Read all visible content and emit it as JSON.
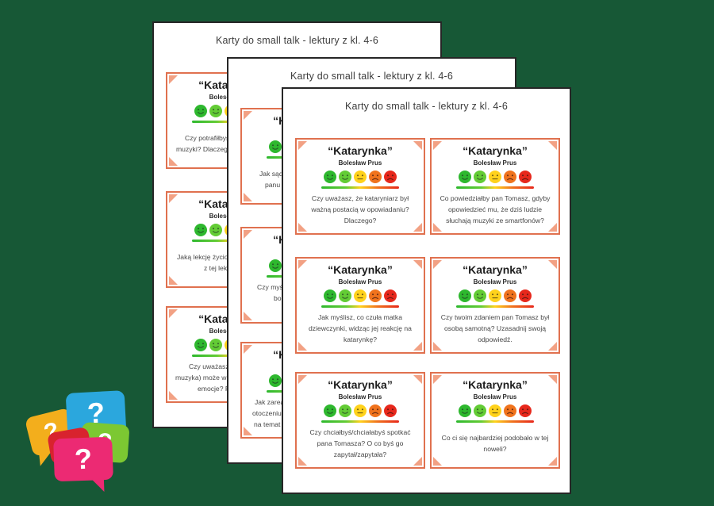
{
  "page_title": "Karty do small talk - lektury z kl. 4-6",
  "card_header": {
    "title": "“Katarynka”",
    "author": "Bolesław Prus"
  },
  "mood_scale": {
    "icons": [
      "happy-face-icon",
      "happy-face-icon",
      "neutral-face-icon",
      "sad-face-icon",
      "angry-face-icon"
    ]
  },
  "pages": {
    "front": {
      "questions": [
        "Czy uważasz, że kataryniarz był ważną postacią w opowiadaniu? Dlaczego?",
        "Co powiedziałby pan Tomasz, gdyby opowiedzieć mu, że dziś ludzie słuchają muzyki ze smartfonów?",
        "Jak myślisz, co czuła matka dziewczynki, widząc jej reakcję na katarynkę?",
        "Czy twoim zdaniem pan Tomasz był osobą samotną? Uzasadnij swoją odpowiedź.",
        "Czy chciałbyś/chciałabyś spotkać pana Tomasza? O co byś go zapytał/zapytała?",
        "Co ci się najbardziej podobało w tej noweli?"
      ]
    },
    "middle": {
      "cards": [
        {
          "lines": [
            "Jak sądzisz, cz",
            "panu Tomasz"
          ]
        },
        {
          "lines": [
            "Czy myślisz, ż",
            "bohaterem",
            "dl"
          ]
        },
        {
          "lines": [
            "Jak zareagowa",
            "otoczeniu mia",
            "na temat tego"
          ]
        }
      ]
    },
    "back": {
      "cards": [
        {
          "lines": [
            "Czy potrafiłbyś/po",
            "muzyki? Dlaczego t"
          ]
        },
        {
          "lines": [
            "Jaką lekcję życiowa",
            "z tej lek"
          ]
        },
        {
          "lines": [
            "Czy uważasz, ż",
            "muzyka) może wp",
            "emocje? Poda"
          ]
        }
      ]
    }
  },
  "logo": {
    "marks": [
      "?",
      "?",
      "?",
      "?"
    ]
  },
  "colors": {
    "background": "#175836",
    "page_border": "#262626",
    "card_frame": "#E0714F",
    "card_corner": "#F2A184",
    "mood_green_dark": "#2EB82E",
    "mood_green_light": "#63CC35",
    "mood_yellow": "#FFD21C",
    "mood_orange": "#F0731D",
    "mood_red": "#E7281C",
    "bubble_blue": "#2BA7DD",
    "bubble_yellow": "#F3AE1C",
    "bubble_green": "#7CC832",
    "bubble_pink": "#EC2A73",
    "bubble_red": "#D8232E"
  }
}
